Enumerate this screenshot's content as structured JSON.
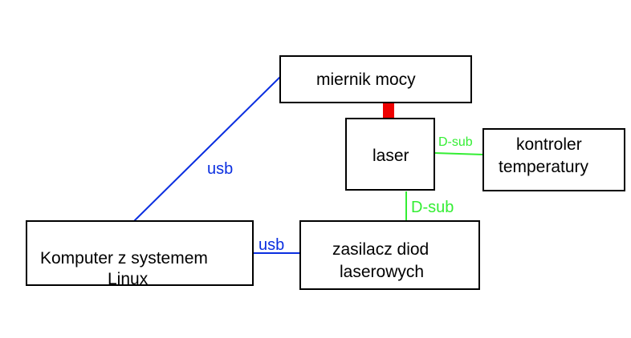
{
  "colors": {
    "usb_link": "#0a2ee0",
    "dsub_link": "#33ee33",
    "power_meter_link": "#ee0000",
    "box_border": "#000000",
    "text": "#000000"
  },
  "nodes": {
    "power_meter": {
      "label": "miernik mocy"
    },
    "laser": {
      "label": "laser"
    },
    "temperature_controller": {
      "label_line1": "kontroler",
      "label_line2": "temperatury"
    },
    "computer": {
      "label_line1": "Komputer z systemem",
      "label_line2": "Linux"
    },
    "laser_diode_power_supply": {
      "label_line1": "zasilacz diod",
      "label_line2": "laserowych"
    }
  },
  "connections": {
    "computer_to_power_meter": {
      "label": "usb",
      "type": "usb"
    },
    "computer_to_power_supply": {
      "label": "usb",
      "type": "usb"
    },
    "laser_to_temperature_controller": {
      "label": "D-sub",
      "type": "D-sub"
    },
    "laser_to_power_supply": {
      "label": "D-sub",
      "type": "D-sub"
    },
    "laser_to_power_meter": {
      "type": "optical"
    }
  }
}
